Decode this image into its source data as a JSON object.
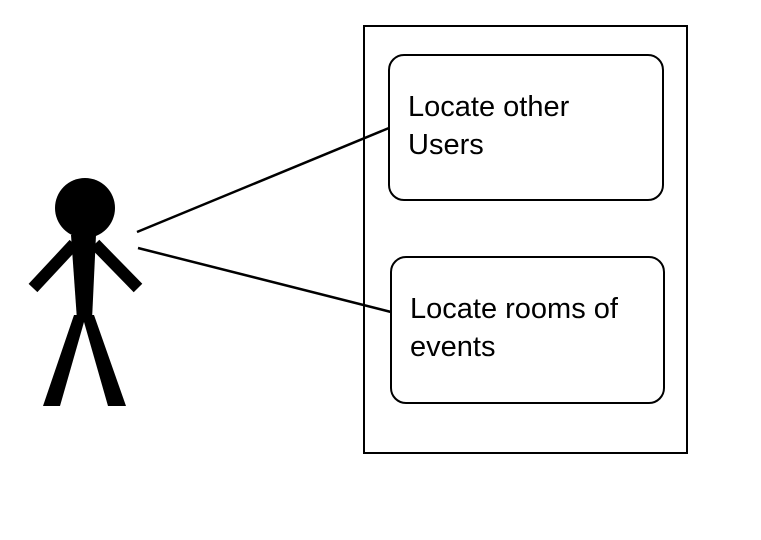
{
  "diagram": {
    "type": "use-case",
    "colors": {
      "stroke": "#000000",
      "background": "#ffffff"
    },
    "actor": {
      "icon": "stick-figure-icon"
    },
    "use_cases": [
      {
        "label": "Locate other\nUsers"
      },
      {
        "label": "Locate rooms of\nevents"
      }
    ]
  }
}
